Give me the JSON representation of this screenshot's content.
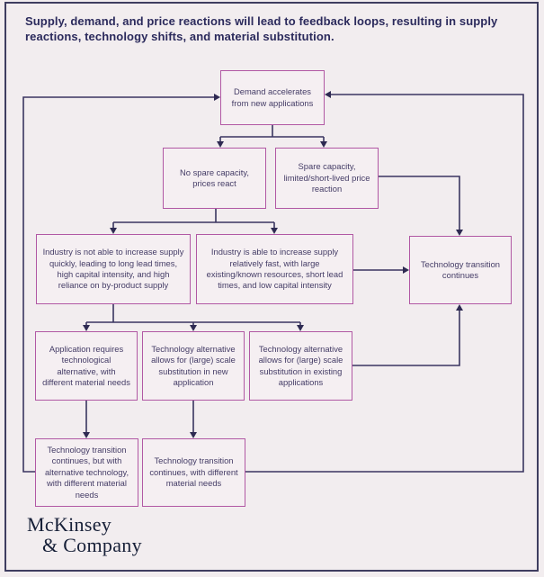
{
  "title": "Supply, demand, and price reactions will lead to feedback loops, resulting in supply reactions, technology shifts, and material substitution.",
  "logo": {
    "line1": "McKinsey",
    "line2": "& Company"
  },
  "colors": {
    "background": "#f2edef",
    "outer_border": "#3f3e60",
    "box_border": "#b158a4",
    "connector_line": "#3a3560",
    "title_text": "#2b2a5c",
    "box_text": "#443c66"
  },
  "nodes": {
    "demand": {
      "label": "Demand accelerates from new applications"
    },
    "no_spare": {
      "label": "No spare capacity, prices react"
    },
    "spare": {
      "label": "Spare capacity, limited/short-lived price reaction"
    },
    "not_able": {
      "label": "Industry is not able to increase supply quickly, leading to long lead times, high capital intensity, and high reliance on by-product supply"
    },
    "able": {
      "label": "Industry is able to increase supply relatively fast, with large existing/known resources, short lead times, and low capital intensity"
    },
    "tech_continues": {
      "label": "Technology transition continues"
    },
    "app_requires": {
      "label": "Application requires technological alternative, with different material needs"
    },
    "tech_new": {
      "label": "Technology alternative allows for (large) scale substitution in new application"
    },
    "tech_existing": {
      "label": "Technology alternative allows for (large) scale substitution in existing applications"
    },
    "tt_alt": {
      "label": "Technology transition continues, but with alternative technology, with different material needs"
    },
    "tt_diff": {
      "label": "Technology transition continues, with different material needs"
    }
  },
  "edges": [
    {
      "from": "demand",
      "to": "no_spare"
    },
    {
      "from": "demand",
      "to": "spare"
    },
    {
      "from": "no_spare",
      "to": "not_able"
    },
    {
      "from": "no_spare",
      "to": "able"
    },
    {
      "from": "spare",
      "to": "tech_continues"
    },
    {
      "from": "able",
      "to": "tech_continues"
    },
    {
      "from": "not_able",
      "to": "app_requires"
    },
    {
      "from": "not_able",
      "to": "tech_new"
    },
    {
      "from": "not_able",
      "to": "tech_existing"
    },
    {
      "from": "tech_existing",
      "to": "tech_continues"
    },
    {
      "from": "app_requires",
      "to": "tt_alt"
    },
    {
      "from": "tech_new",
      "to": "tt_diff"
    },
    {
      "from": "tt_alt",
      "to": "demand"
    },
    {
      "from": "tt_diff",
      "to": "demand"
    }
  ]
}
